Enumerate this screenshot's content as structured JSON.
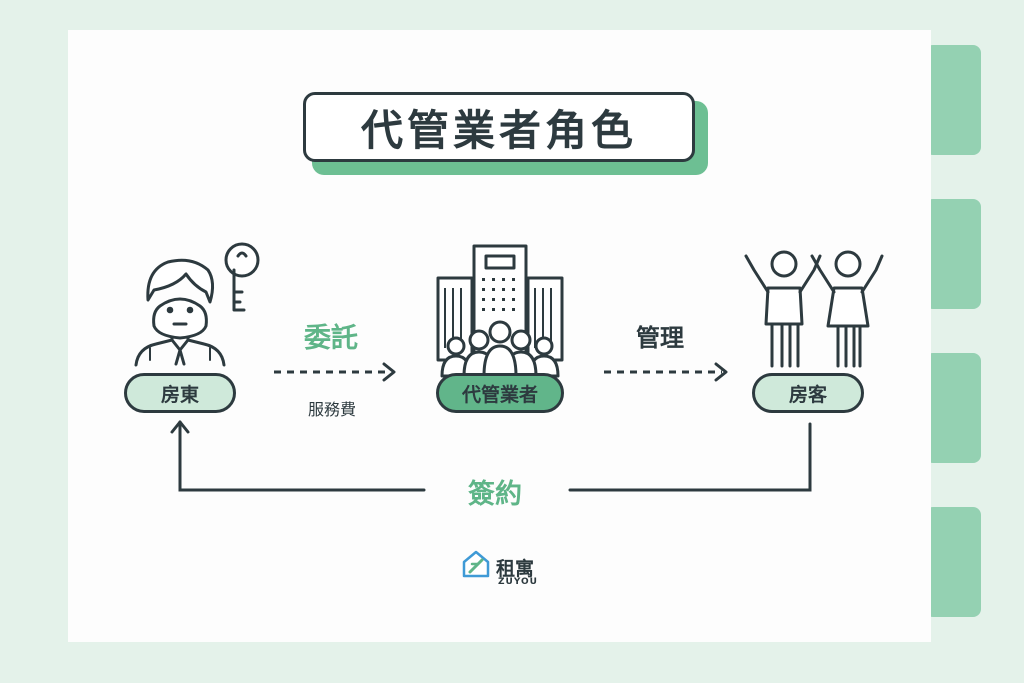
{
  "title": "代管業者角色",
  "nodes": {
    "landlord": "房東",
    "manager": "代管業者",
    "tenant": "房客"
  },
  "edges": {
    "entrust": "委託",
    "service_fee": "服務費",
    "manage": "管理",
    "contract": "簽約"
  },
  "logo": {
    "name": "租寓",
    "sub": "ZUYOU"
  },
  "icons": [
    "landlord-person-icon",
    "key-icon",
    "building-icon",
    "people-group-icon",
    "cheering-tenants-icon",
    "zuyou-logo-icon"
  ],
  "colors": {
    "accent_green": "#5fb588",
    "light_green": "#cfe9da",
    "outline": "#2d3a3f",
    "background": "#e4f2ea"
  }
}
